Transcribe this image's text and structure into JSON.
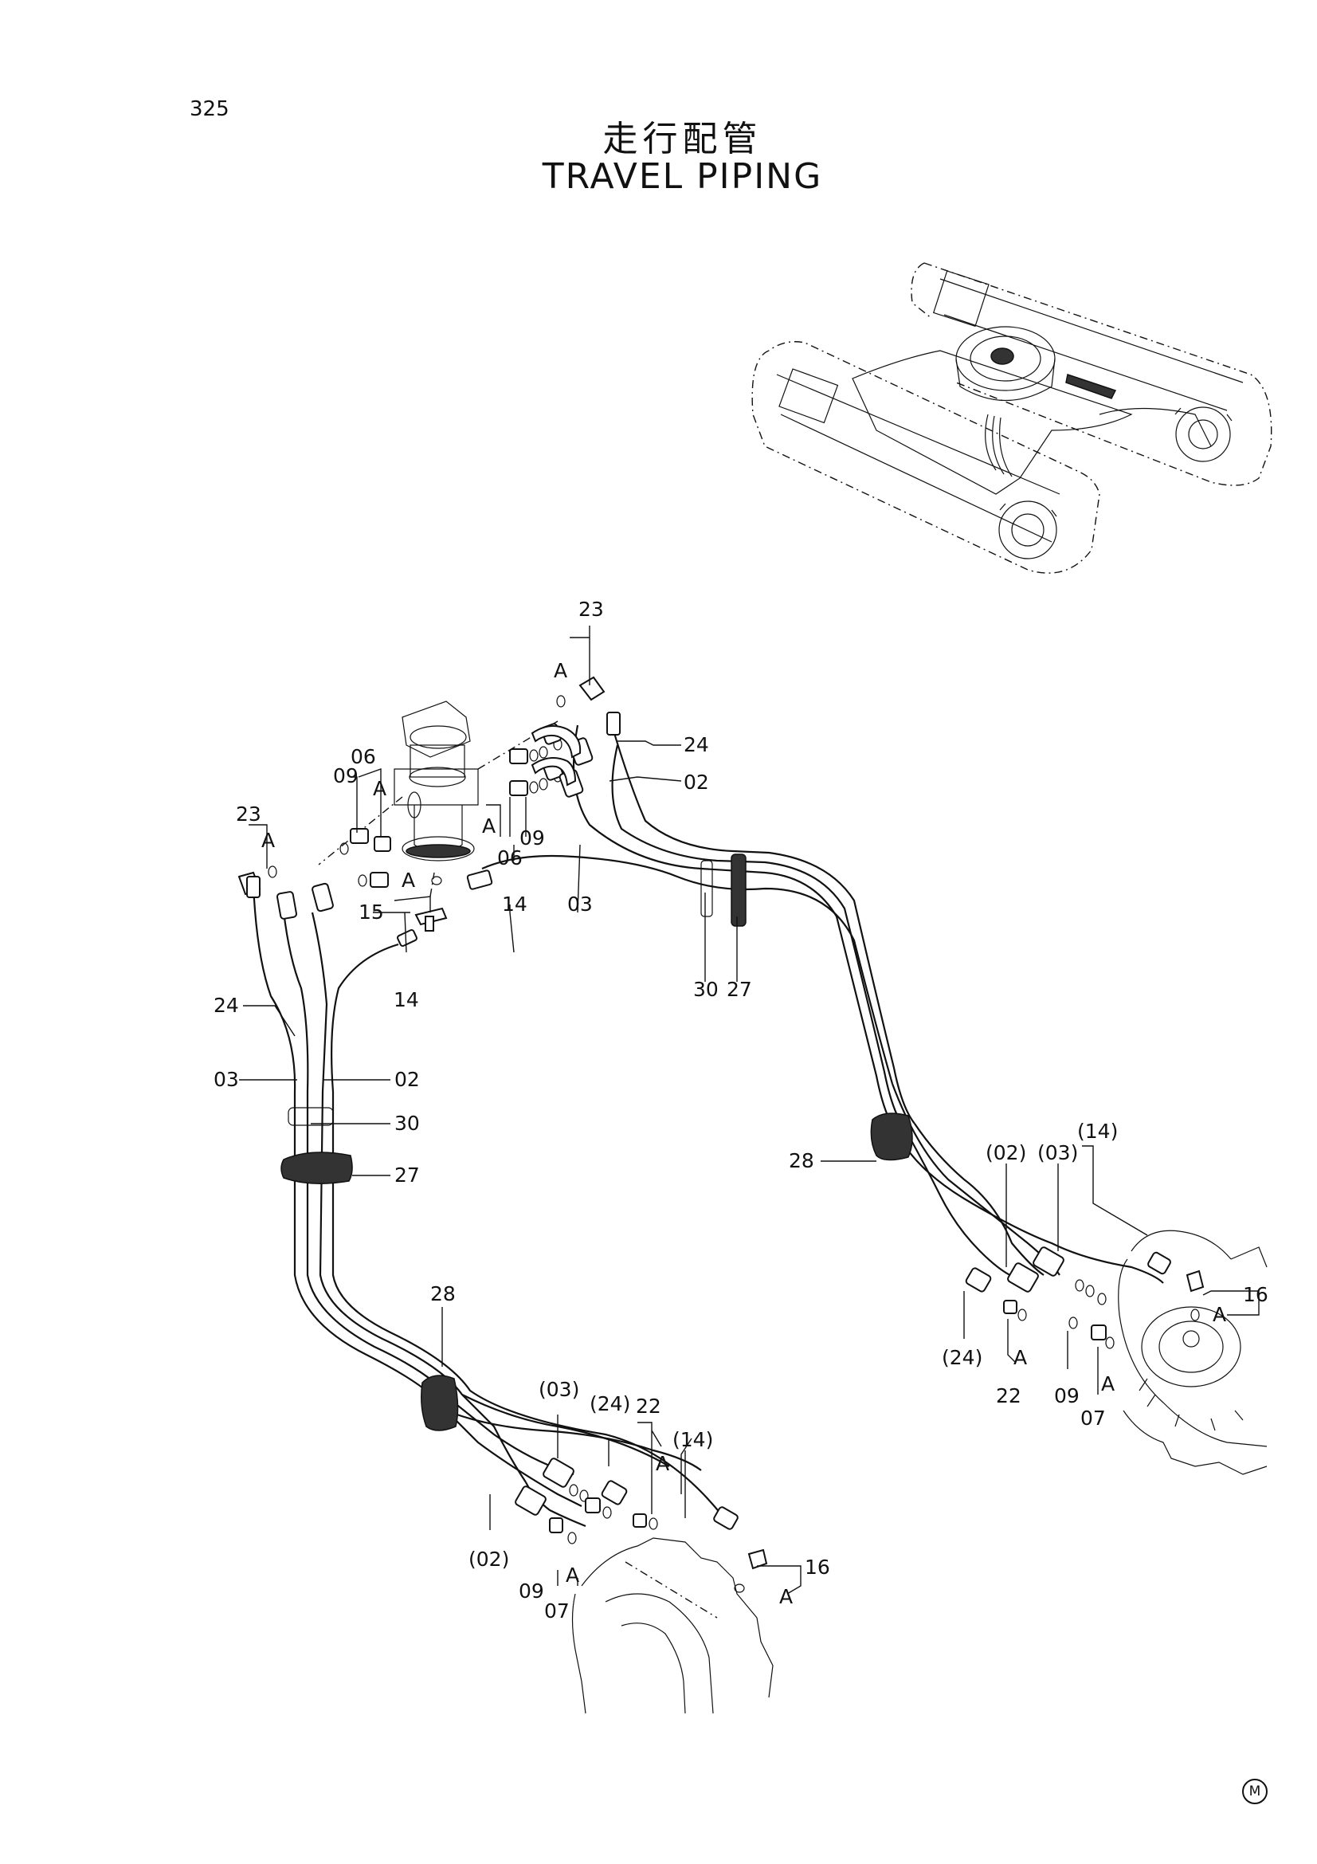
{
  "page": {
    "number": "325",
    "mark": "M"
  },
  "title": {
    "japanese": "走行配管",
    "english": "TRAVEL PIPING"
  },
  "callouts": [
    "23",
    "A",
    "24",
    "02",
    "06",
    "09",
    "A",
    "A",
    "09",
    "06",
    "23",
    "A",
    "A",
    "15",
    "03",
    "14",
    "14",
    "30",
    "27",
    "24",
    "03",
    "02",
    "30",
    "27",
    "28",
    "(14)",
    "(02)",
    "(03)",
    "16",
    "A",
    "(24)",
    "A",
    "22",
    "09",
    "A",
    "07",
    "28",
    "(03)",
    "(24)",
    "22",
    "A",
    "(14)",
    "16",
    "A",
    "(02)",
    "09",
    "A",
    "07"
  ]
}
